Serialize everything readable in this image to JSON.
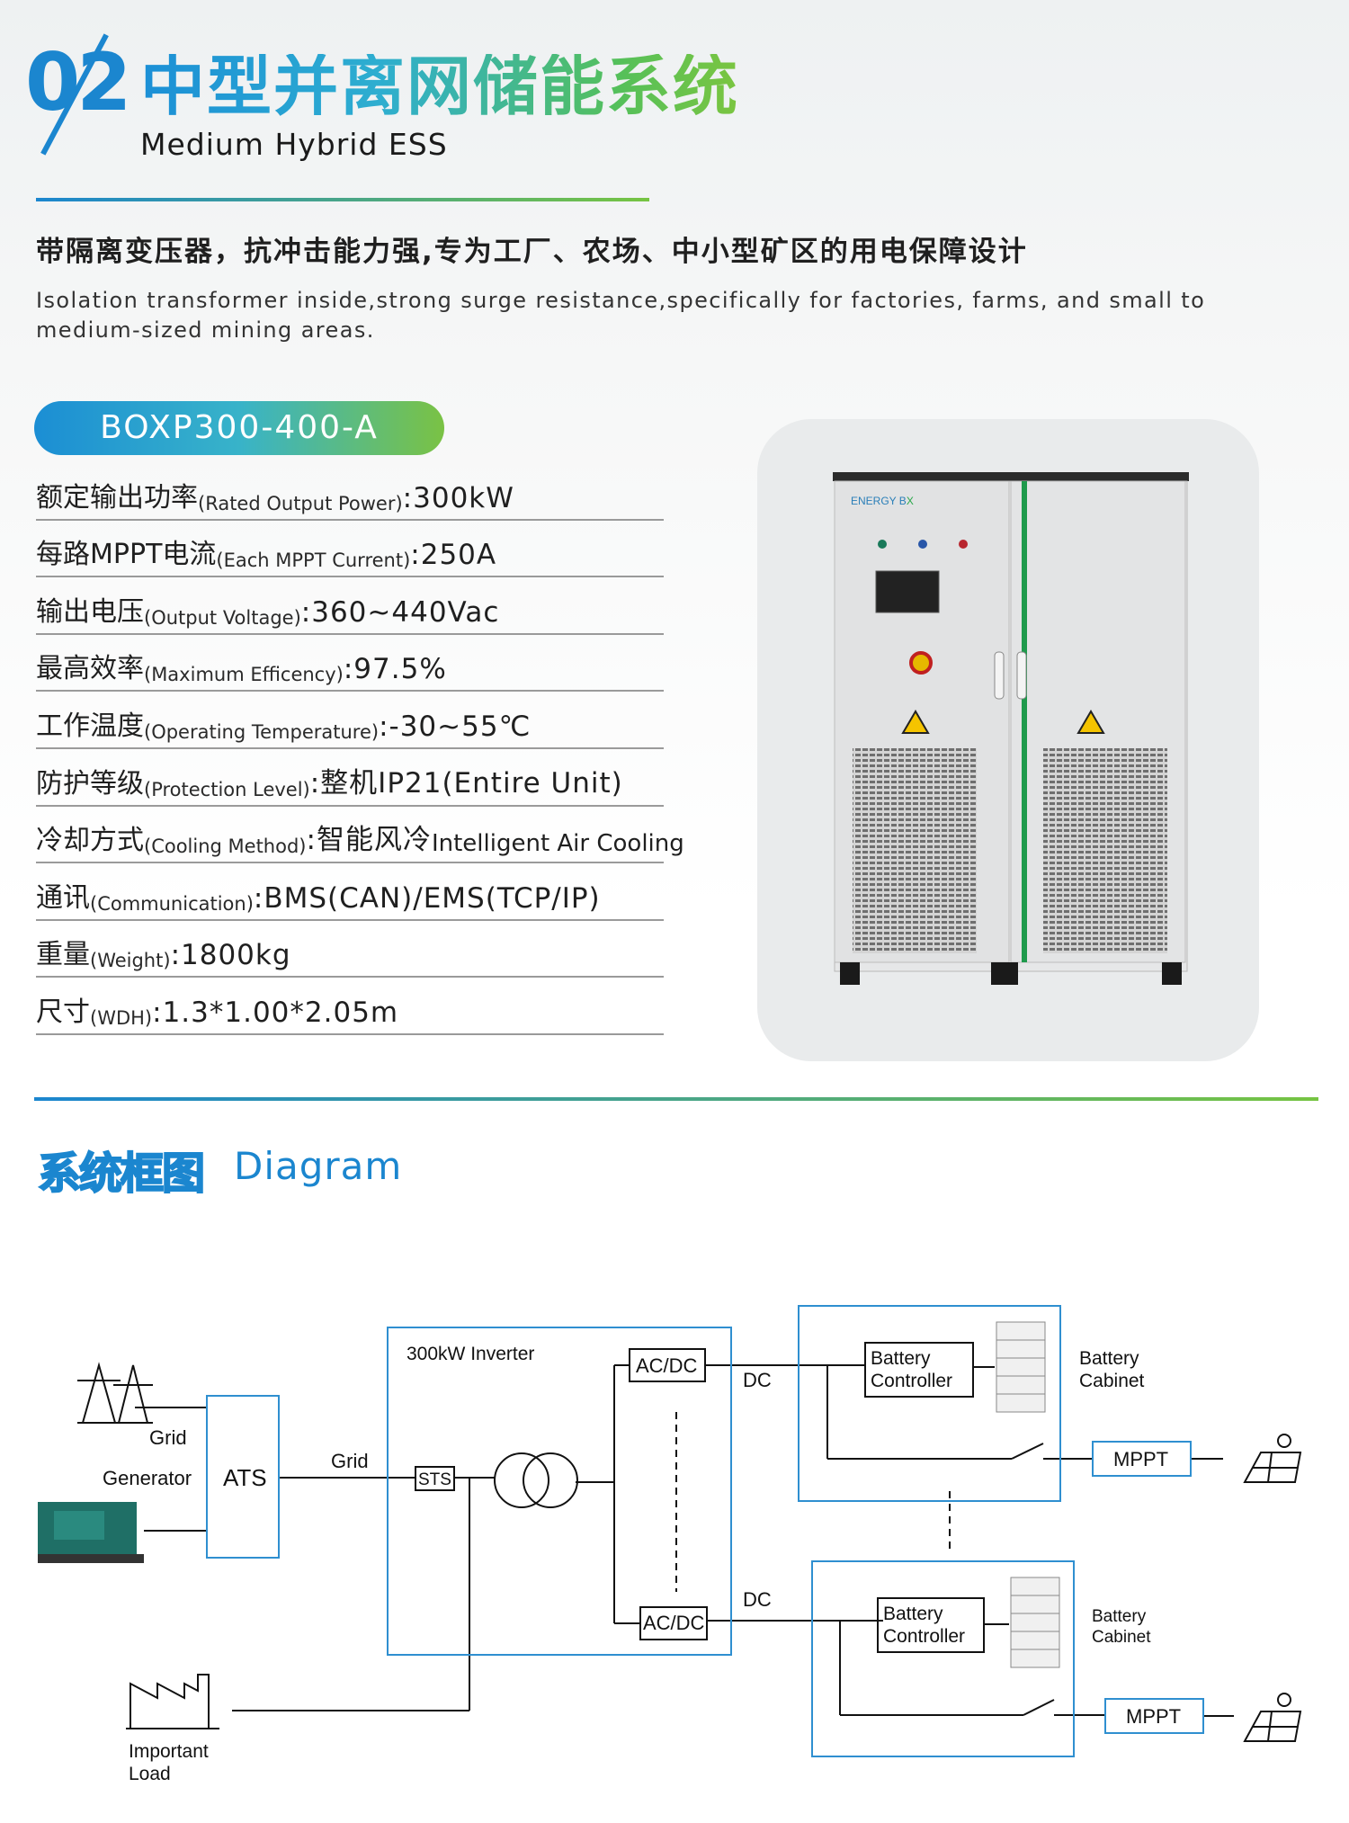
{
  "header": {
    "number": "02",
    "title_cn": "中型并离网储能系统",
    "title_en": "Medium Hybrid ESS"
  },
  "description": {
    "cn": "带隔离变压器，抗冲击能力强,专为工厂、农场、中小型矿区的用电保障设计",
    "en": "Isolation transformer inside,strong surge resistance,specifically for factories, farms, and small to medium-sized mining areas."
  },
  "model": "BOXP300-400-A",
  "specs": [
    {
      "cn": "额定输出功率",
      "en": "(Rated Output Power)",
      "value": ":300kW"
    },
    {
      "cn": "每路MPPT电流",
      "en": "(Each MPPT Current)",
      "value": ":250A"
    },
    {
      "cn": "输出电压",
      "en": "(Output Voltage)",
      "value": ":360~440Vac"
    },
    {
      "cn": "最高效率",
      "en": "(Maximum Efficency)",
      "value": ":97.5%"
    },
    {
      "cn": "工作温度",
      "en": "(Operating Temperature)",
      "value": ":-30~55℃"
    },
    {
      "cn": "防护等级",
      "en": "(Protection Level)",
      "value": ":整机IP21(Entire Unit)"
    },
    {
      "cn": "冷却方式",
      "en": "(Cooling Method)",
      "value": ":智能风冷",
      "extra": "Intelligent Air Cooling"
    },
    {
      "cn": "通讯",
      "en": "(Communication)",
      "value": ":BMS(CAN)/EMS(TCP/IP)"
    },
    {
      "cn": "重量",
      "en": "(Weight)",
      "value": ":1800kg"
    },
    {
      "cn": "尺寸",
      "en": "(WDH)",
      "value": ":1.3*1.00*2.05m"
    }
  ],
  "cabinet": {
    "brand_a": "ENERGY B",
    "brand_b": "X",
    "brand_accent": "#2aa84a",
    "door_stripe": "#1f9a4c"
  },
  "diagram_section": {
    "title_cn": "系统框图",
    "title_en": "Diagram"
  },
  "diagram": {
    "grid": "Grid",
    "generator": "Generator",
    "ats": "ATS",
    "grid_line": "Grid",
    "inverter": "300kW Inverter",
    "sts": "STS",
    "acdc_top": "AC/DC",
    "acdc_bottom": "AC/DC",
    "dc_top": "DC",
    "dc_bottom": "DC",
    "bc1_line1": "Battery",
    "bc1_line2": "Controller",
    "bc2_line1": "Battery",
    "bc2_line2": "Controller",
    "cab1_line1": "Battery",
    "cab1_line2": "Cabinet",
    "cab2_line1": "Battery",
    "cab2_line2": "Cabinet",
    "mppt_top": "MPPT",
    "mppt_bottom": "MPPT",
    "load_line1": "Important",
    "load_line2": "Load",
    "box_color": "#2f8fd0"
  }
}
